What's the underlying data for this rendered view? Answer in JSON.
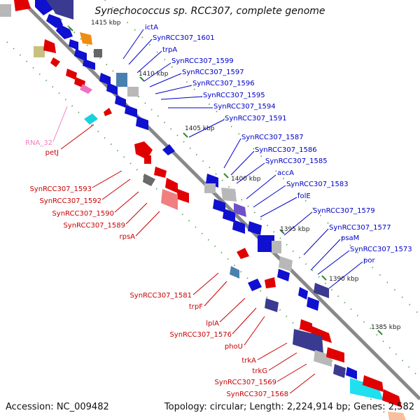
{
  "title": "Synechococcus sp. RCC307, complete genome",
  "accession": "Accession: NC_009482",
  "topology": "Topology: circular; Length: 2,224,914 bp; Genes: 2,582",
  "colors": {
    "blue": "#1010d0",
    "red": "#e00000",
    "pink": "#f070c0",
    "label_blue": "#0000c8",
    "label_red": "#c80000",
    "label_pink": "#f080c0",
    "backbone": "#888888",
    "tick_green": "#2a8a2a"
  },
  "ticks": [
    "1415 kbp",
    "1410 kbp",
    "1405 kbp",
    "1400 kbp",
    "1395 kbp",
    "1390 kbp",
    "1385 kbp"
  ],
  "labels_blue": [
    "ictA",
    "SynRCC307_1601",
    "trpA",
    "SynRCC307_1599",
    "SynRCC307_1597",
    "SynRCC307_1596",
    "SynRCC307_1595",
    "SynRCC307_1594",
    "SynRCC307_1591",
    "SynRCC307_1587",
    "SynRCC307_1586",
    "SynRCC307_1585",
    "accA",
    "SynRCC307_1583",
    "folE",
    "SynRCC307_1579",
    "SynRCC307_1577",
    "psaM",
    "SynRCC307_1573",
    "por"
  ],
  "labels_red": [
    "petJ",
    "SynRCC307_1593",
    "SynRCC307_1592",
    "SynRCC307_1590",
    "SynRCC307_1589",
    "rpsA",
    "SynRCC307_1581",
    "trpF",
    "lplA",
    "SynRCC307_1576",
    "phoU",
    "trkA",
    "trkG",
    "SynRCC307_1569",
    "SynRCC307_1568"
  ],
  "labels_pink": [
    "RNA_32"
  ]
}
